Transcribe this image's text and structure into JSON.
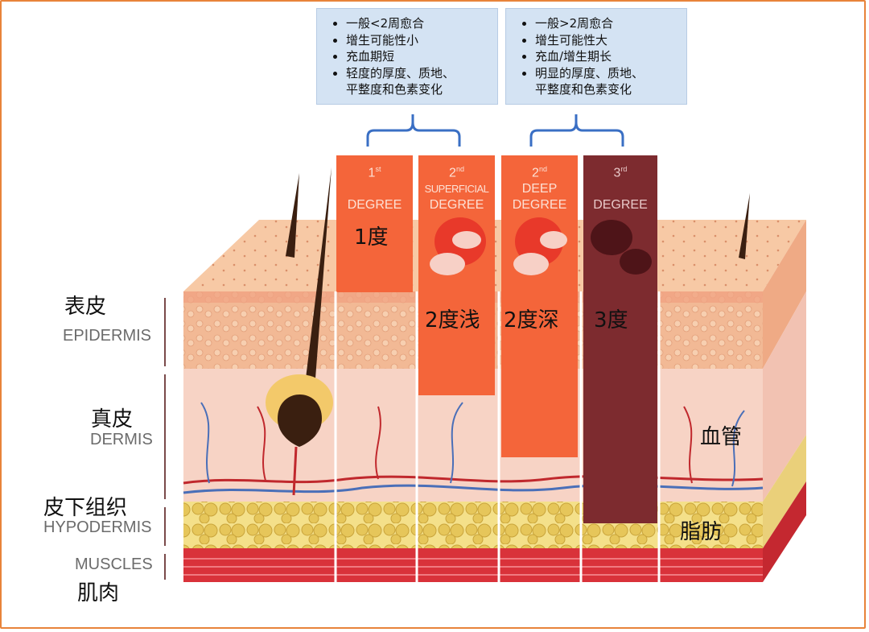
{
  "info_boxes": [
    {
      "items": [
        "一般<2周愈合",
        "增生可能性小",
        "充血期短",
        "轻度的厚度、质地、",
        "平整度和色素变化"
      ]
    },
    {
      "items": [
        "一般>2周愈合",
        "增生可能性大",
        "充血/增生期长",
        "明显的厚度、质地、",
        "平整度和色素变化"
      ]
    }
  ],
  "burn_columns": [
    {
      "ordinal": "1",
      "sup": "st",
      "line1": "",
      "line2": "DEGREE",
      "cn": "1度",
      "color": "#f4653a"
    },
    {
      "ordinal": "2",
      "sup": "nd",
      "line1": "SUPERFICIAL",
      "line2": "DEGREE",
      "cn": "2度浅",
      "color": "#f4653a"
    },
    {
      "ordinal": "2",
      "sup": "nd",
      "line1": "DEEP",
      "line2": "DEGREE",
      "cn": "2度深",
      "color": "#f4653a"
    },
    {
      "ordinal": "3",
      "sup": "rd",
      "line1": "",
      "line2": "DEGREE",
      "cn": "3度",
      "color": "#7d2b2f"
    }
  ],
  "layers": {
    "epidermis": {
      "cn": "表皮",
      "en": "EPIDERMIS"
    },
    "dermis": {
      "cn": "真皮",
      "en": "DERMIS"
    },
    "hypodermis": {
      "cn": "皮下组织",
      "en": "HYPODERMIS"
    },
    "muscles": {
      "cn": "肌肉",
      "en": "MUSCLES"
    }
  },
  "annotations": {
    "vessels": "血管",
    "fat": "脂肪"
  },
  "colors": {
    "frame": "#e8833a",
    "box_bg": "#d4e3f3",
    "bracket": "#3a6fc4",
    "burn": "#f4653a",
    "third": "#7d2b2f"
  }
}
